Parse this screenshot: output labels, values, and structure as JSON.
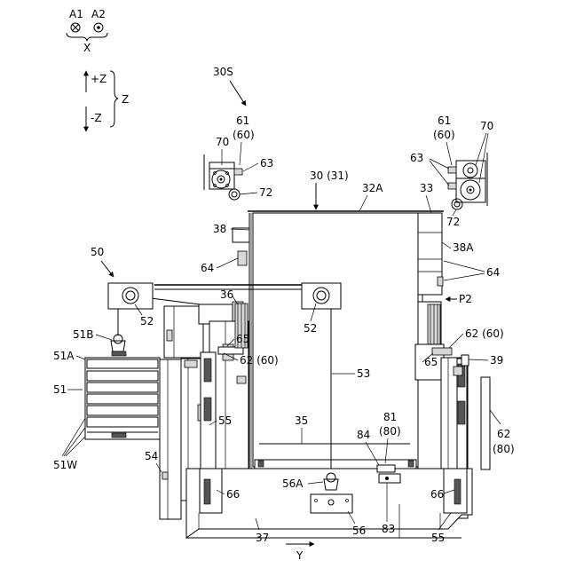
{
  "legend": {
    "a1": "A1",
    "a2": "A2",
    "x": "X",
    "plus_z": "+Z",
    "minus_z": "-Z",
    "z": "Z",
    "y": "Y"
  },
  "labels": {
    "l30s": "30S",
    "l61_left": "61",
    "l60_left": "(60)",
    "l70_left": "70",
    "l63_left": "63",
    "l72_left": "72",
    "l61_right": "61",
    "l60_right": "(60)",
    "l70_right": "70",
    "l63_right": "63",
    "l72_right": "72",
    "l30_31": "30 (31)",
    "l32a": "32A",
    "l33": "33",
    "l38": "38",
    "l38a": "38A",
    "l64_left": "64",
    "l64_right": "64",
    "lp2": "P2",
    "l50": "50",
    "l36": "36",
    "l52_left": "52",
    "l52_right": "52",
    "l51b": "51B",
    "l51a": "51A",
    "l51": "51",
    "l51w": "51W",
    "l65_upper": "65",
    "l62_60_left": "62 (60)",
    "l62_60_right": "62 (60)",
    "l65_right": "65",
    "l39": "39",
    "l53": "53",
    "l35": "35",
    "l81": "81",
    "l80_upper": "(80)",
    "l84": "84",
    "l55_left": "55",
    "l54": "54",
    "l62_right": "62",
    "l80_right": "(80)",
    "l66_left": "66",
    "l56a": "56A",
    "l83": "83",
    "l66_right": "66",
    "l37": "37",
    "l56": "56",
    "l55_right": "55"
  }
}
